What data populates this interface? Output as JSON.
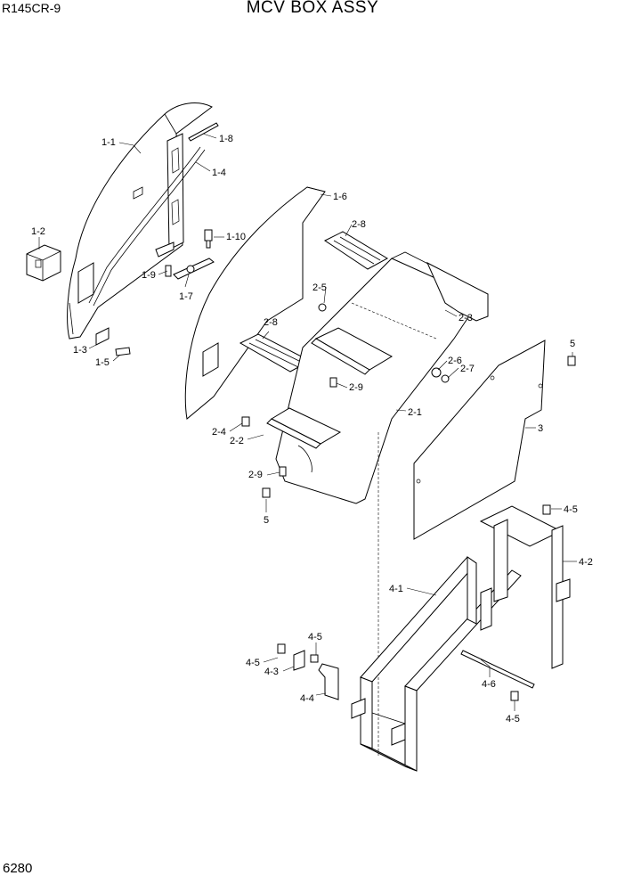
{
  "header": {
    "model": "R145CR-9",
    "title": "MCV BOX ASSY"
  },
  "footer": {
    "page_number": "6280"
  },
  "callouts": [
    "1-1",
    "1-8",
    "1-4",
    "1-2",
    "1-10",
    "1-9",
    "1-7",
    "1-3",
    "1-5",
    "1-6",
    "2-8",
    "2-5",
    "2-3",
    "2-8",
    "2-6",
    "2-7",
    "2-9",
    "2-1",
    "2-4",
    "2-2",
    "2-9",
    "5",
    "5",
    "3",
    "4-5",
    "4-2",
    "4-1",
    "4-5",
    "4-5",
    "4-3",
    "4-4",
    "4-6",
    "4-5"
  ]
}
